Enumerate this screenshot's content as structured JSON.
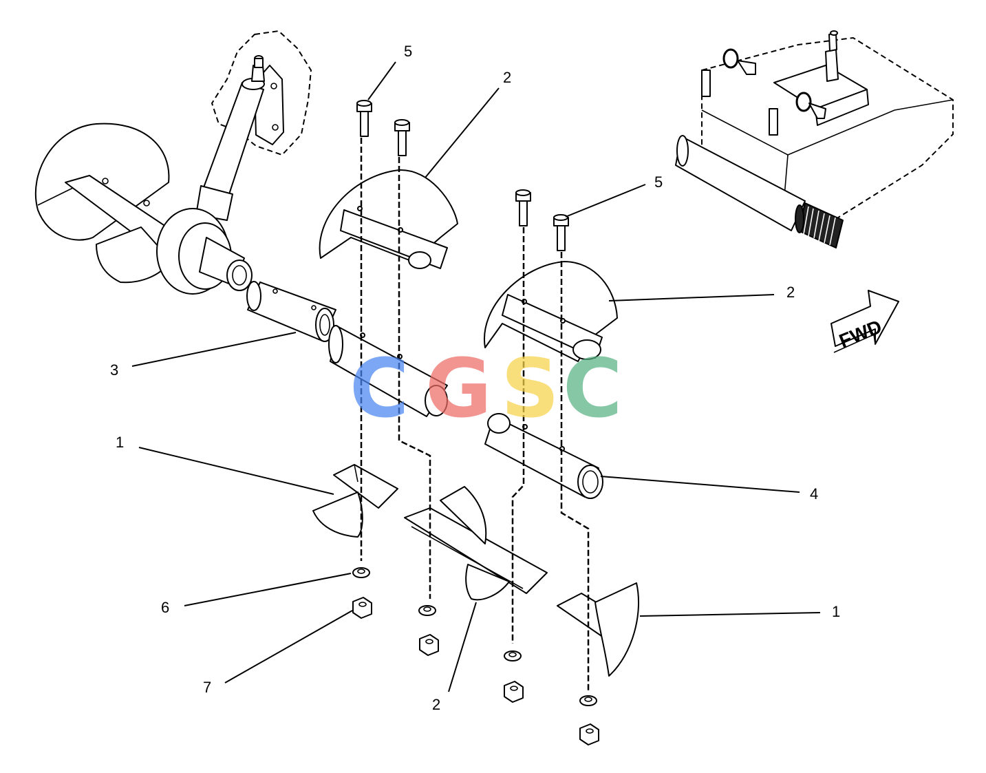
{
  "diagram": {
    "callouts": {
      "c5_left": "5",
      "c2_top": "2",
      "c5_right": "5",
      "c2_right": "2",
      "c3": "3",
      "c1_left": "1",
      "c4": "4",
      "c6": "6",
      "c7": "7",
      "c1_right": "1",
      "c2_bottom": "2"
    },
    "direction_label": "FWD"
  },
  "watermark": {
    "letters": [
      "C",
      "G",
      "S",
      "C"
    ],
    "colors": [
      "#4a86f0",
      "#ee6c66",
      "#f7d24a",
      "#58b485"
    ]
  }
}
